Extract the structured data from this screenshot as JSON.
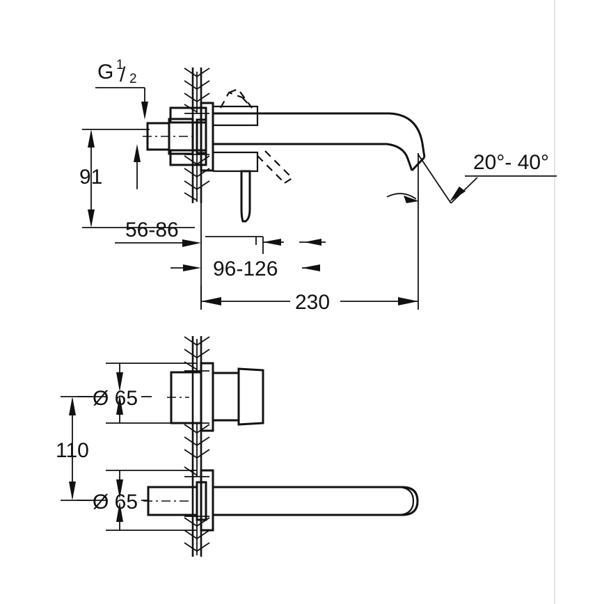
{
  "drawing": {
    "title": "Wall-mounted basin mixer technical dimension drawing",
    "units": "mm",
    "line_color": "#111111",
    "background_color": "#ffffff",
    "border_color": "#d8d8d8"
  },
  "views": {
    "side_view": {
      "name": "side-section-view",
      "labels": {
        "thread": {
          "text": "G",
          "numerator": "1",
          "slash": "/",
          "denominator": "2"
        },
        "height_91": "91",
        "wall_depth_56_86": "56-86",
        "projection_96_126": "96-126",
        "spout_reach_230": "230",
        "spray_angle": "20°- 40°"
      }
    },
    "front_view": {
      "name": "front-elevation-view",
      "labels": {
        "valve_diameter": "Ø 65",
        "spout_diameter": "Ø 65",
        "center_distance_110": "110"
      }
    }
  },
  "dimensions_list": [
    {
      "id": "thread",
      "value": "G 1/2",
      "view": "side"
    },
    {
      "id": "height",
      "value": "91",
      "view": "side"
    },
    {
      "id": "wall-depth",
      "value": "56-86",
      "view": "side"
    },
    {
      "id": "projection",
      "value": "96-126",
      "view": "side"
    },
    {
      "id": "reach",
      "value": "230",
      "view": "side"
    },
    {
      "id": "spray-angle",
      "value": "20°- 40°",
      "view": "side"
    },
    {
      "id": "valve-escutcheon-dia",
      "value": "Ø 65",
      "view": "front"
    },
    {
      "id": "spout-escutcheon-dia",
      "value": "Ø 65",
      "view": "front"
    },
    {
      "id": "center-distance",
      "value": "110",
      "view": "front"
    }
  ]
}
